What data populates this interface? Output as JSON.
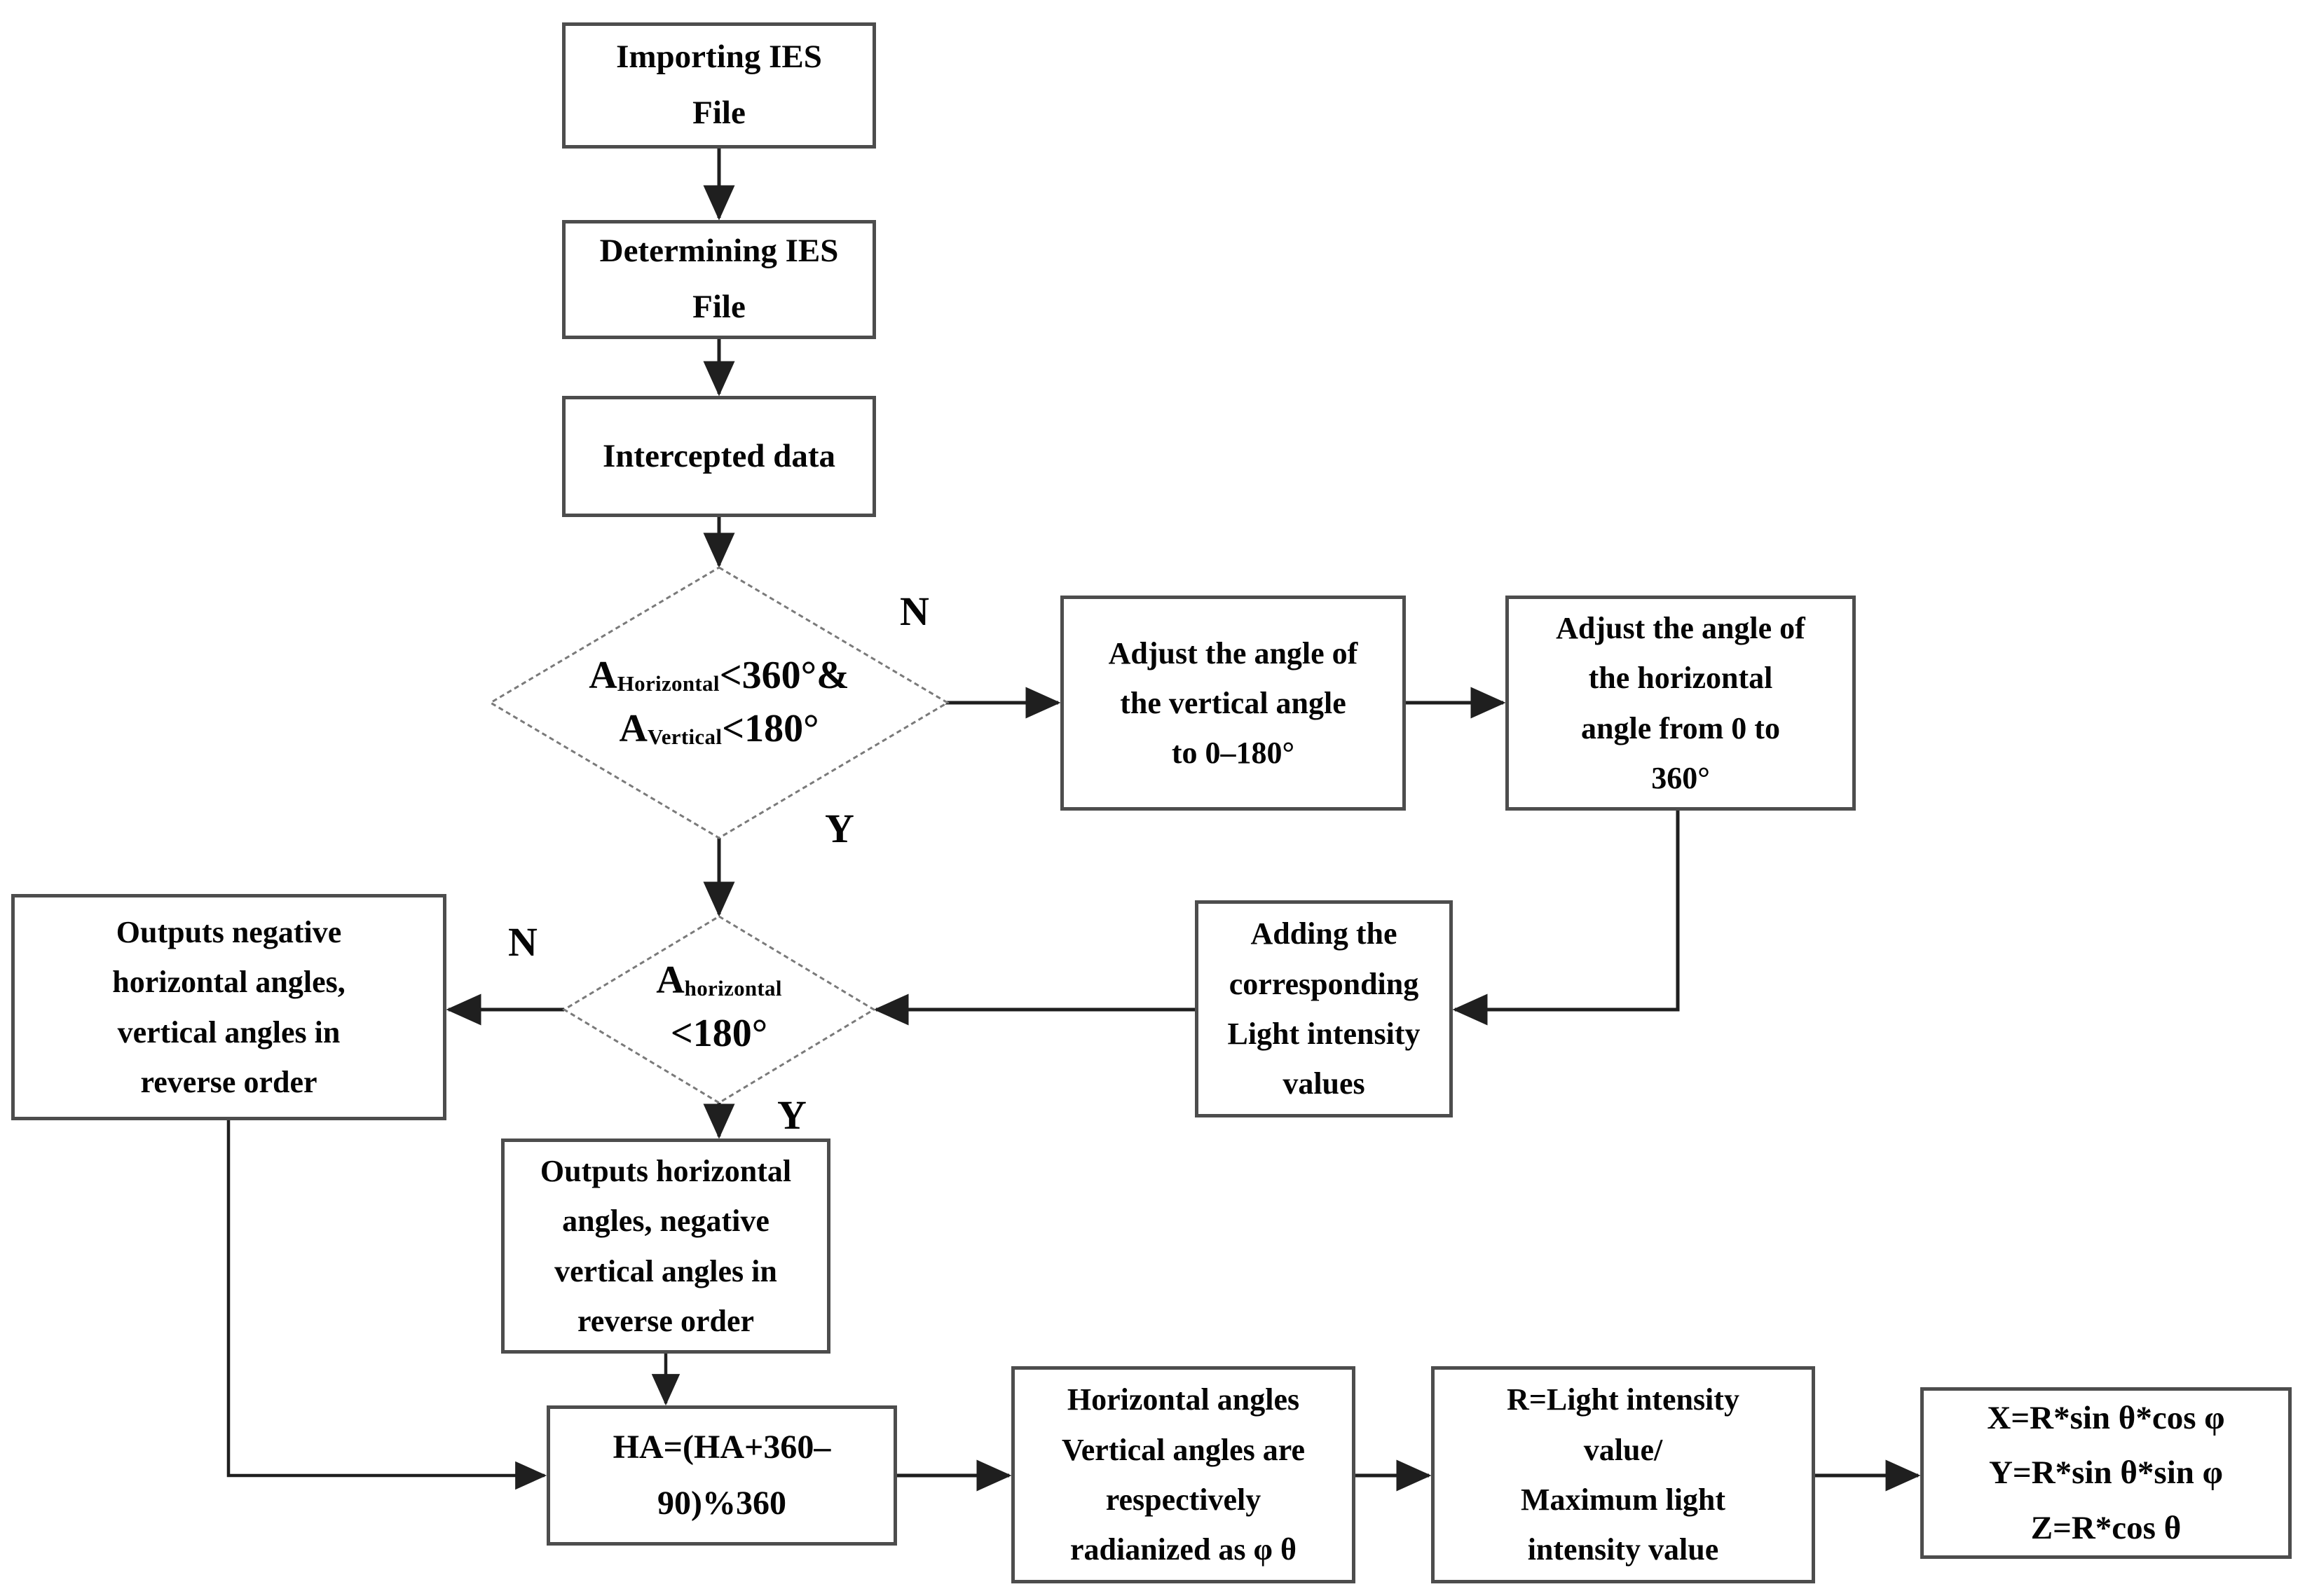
{
  "nodes": {
    "importing": {
      "label": "Importing IES\nFile"
    },
    "determining": {
      "label": "Determining IES\nFile"
    },
    "intercepted": {
      "label": "Intercepted data"
    },
    "adjust_vertical": {
      "label": "Adjust the angle of\nthe vertical angle\nto 0–180°"
    },
    "adjust_horizontal": {
      "label": "Adjust the angle of\nthe horizontal\nangle from 0 to\n360°"
    },
    "adding": {
      "label": "Adding the\ncorresponding\nLight intensity\nvalues"
    },
    "outputs_negative": {
      "label": "Outputs negative\nhorizontal angles,\nvertical angles in\nreverse order"
    },
    "outputs_horizontal": {
      "label": "Outputs horizontal\nangles, negative\nvertical angles in\nreverse order"
    },
    "ha_formula": {
      "label": "HA=(HA+360–\n90)%360"
    },
    "radianize": {
      "label": "Horizontal angles\nVertical angles are\nrespectively\nradianized as φ θ"
    },
    "r_formula": {
      "label": "R=Light intensity\nvalue/\nMaximum light\nintensity value"
    },
    "xyz_formula": {
      "label": "X=R*sin θ*cos φ\nY=R*sin θ*sin φ\nZ=R*cos θ"
    }
  },
  "decisions": {
    "d1": {
      "var1": "A",
      "sub1": "Horizontal",
      "cond1": "<360°&",
      "var2": "A",
      "sub2": "Vertical",
      "cond2": "<180°"
    },
    "d2": {
      "var1": "A",
      "sub1": "horizontal",
      "cond1": "<180°"
    }
  },
  "edge_labels": {
    "d1_no": "N",
    "d1_yes": "Y",
    "d2_no": "N",
    "d2_yes": "Y"
  },
  "colors": {
    "background": "#ffffff",
    "box_border": "#4d4d4d",
    "diamond_border": "#7a7a7a",
    "line": "#1f1f1f",
    "text": "#050505"
  }
}
